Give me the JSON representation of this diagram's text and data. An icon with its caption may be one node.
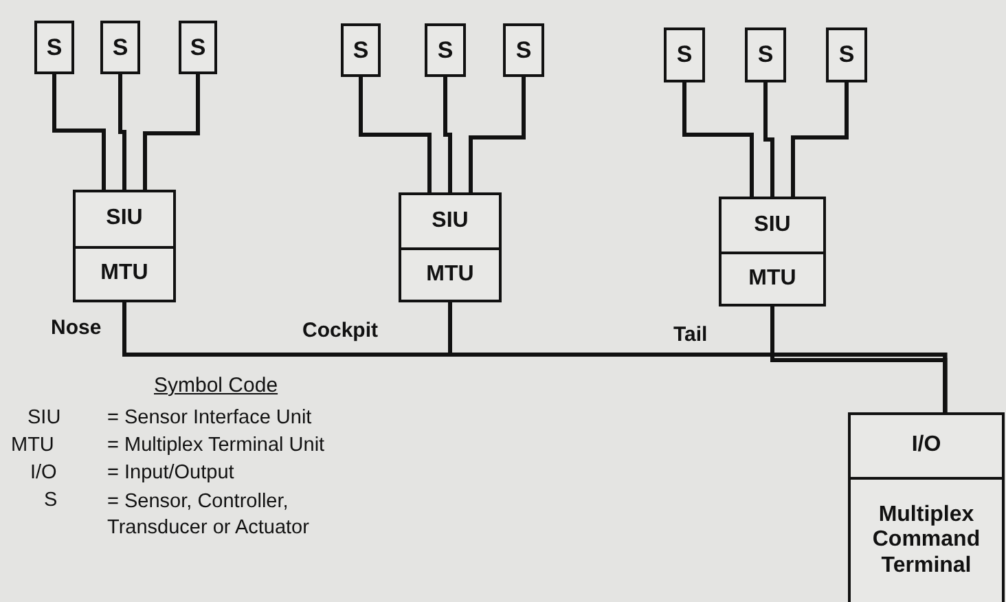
{
  "diagram": {
    "nodes": [
      {
        "text": [
          "S"
        ]
      },
      {
        "text": [
          "S"
        ]
      },
      {
        "text": [
          "S"
        ]
      },
      {
        "text": [
          "S"
        ]
      },
      {
        "text": [
          "S"
        ]
      },
      {
        "text": [
          "S"
        ]
      },
      {
        "text": [
          "S"
        ]
      },
      {
        "text": [
          "S"
        ]
      },
      {
        "text": [
          "S"
        ]
      },
      {
        "text": [
          "SIU",
          "MTU"
        ],
        "beside": [
          "Nose"
        ]
      },
      {
        "text": [
          "SIU",
          "MTU"
        ],
        "beside": [
          "Cockpit"
        ]
      },
      {
        "text": [
          "SIU",
          "MTU"
        ],
        "beside": [
          "Tail"
        ]
      },
      {
        "text": [
          "I/O",
          "Multiplex Command Terminal"
        ]
      }
    ],
    "edges": [
      {
        "from": 0,
        "to": 9,
        "arrow": "none"
      },
      {
        "from": 1,
        "to": 9,
        "arrow": "none"
      },
      {
        "from": 2,
        "to": 9,
        "arrow": "none"
      },
      {
        "from": 3,
        "to": 10,
        "arrow": "none"
      },
      {
        "from": 4,
        "to": 10,
        "arrow": "none"
      },
      {
        "from": 5,
        "to": 10,
        "arrow": "none"
      },
      {
        "from": 6,
        "to": 11,
        "arrow": "none"
      },
      {
        "from": 7,
        "to": 11,
        "arrow": "none"
      },
      {
        "from": 8,
        "to": 11,
        "arrow": "none"
      },
      {
        "from": 9,
        "to": 12,
        "arrow": "none"
      },
      {
        "from": 10,
        "to": 12,
        "arrow": "none"
      },
      {
        "from": 11,
        "to": 12,
        "arrow": "none"
      }
    ],
    "labels": [
      "Symbol Code",
      "SIU",
      "= Sensor Interface Unit",
      "MTU",
      "= Multiplex Terminal Unit",
      "I/O",
      "= Input/Output",
      "S",
      "= Sensor, Controller, Transducer or Actuator"
    ]
  }
}
